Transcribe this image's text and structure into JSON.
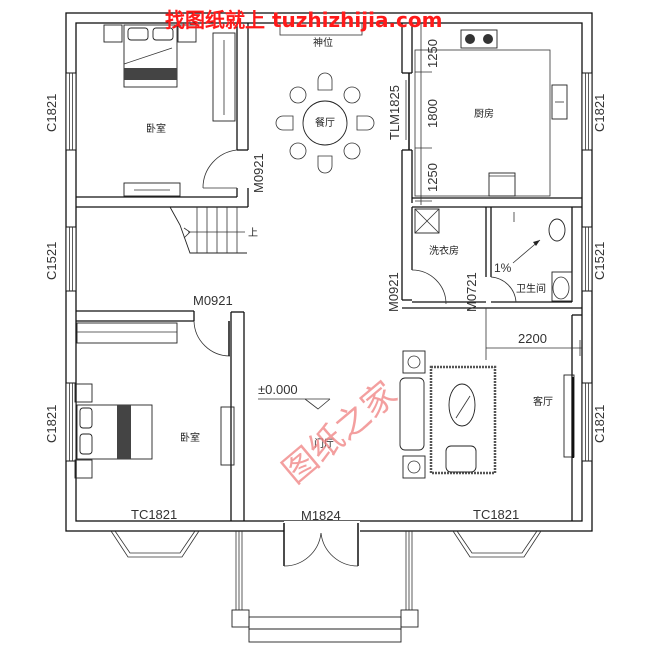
{
  "watermark": {
    "top_text": "找图纸就上 tuzhizhijia.com",
    "center_text": "图纸之家",
    "color": "#ff1a1a"
  },
  "rooms": {
    "bedroom_top": "卧室",
    "dining": "餐厅",
    "shrine": "神位",
    "kitchen": "厨房",
    "laundry": "洗衣房",
    "bathroom": "卫生间",
    "bedroom_bottom": "卧室",
    "foyer": "门厅",
    "living": "客厅"
  },
  "annotations": {
    "stairs_up": "上",
    "elevation": "±0.000",
    "slope": "1%"
  },
  "windows": {
    "left_top": "C1821",
    "left_mid": "C1521",
    "left_bottom": "C1821",
    "right_top": "C1821",
    "right_mid": "C1521",
    "right_bottom": "C1821",
    "bay_left": "TC1821",
    "bay_right": "TC1821"
  },
  "doors": {
    "bedroom_top": "M0921",
    "bedroom_bottom": "M0921",
    "laundry": "M0921",
    "bathroom": "M0721",
    "kitchen_sliding": "TLM1825",
    "entrance": "M1824"
  },
  "dimensions": {
    "kitchen_top": "1250",
    "kitchen_mid": "1800",
    "kitchen_bottom": "1250",
    "living_width": "2200"
  }
}
